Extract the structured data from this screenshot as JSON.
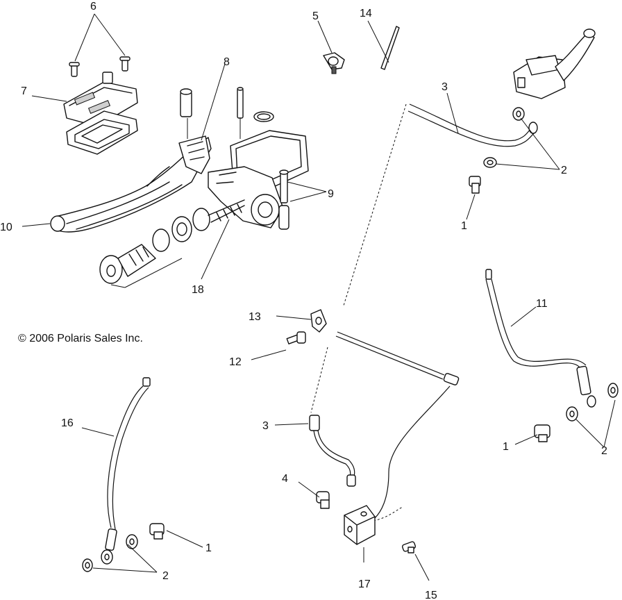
{
  "copyright": "© 2006 Polaris Sales Inc.",
  "callouts": [
    "6",
    "5",
    "14",
    "7",
    "8",
    "3",
    "2",
    "9",
    "1",
    "10",
    "18",
    "11",
    "13",
    "12",
    "3",
    "16",
    "4",
    "1",
    "2",
    "17",
    "15",
    "1",
    "2"
  ]
}
